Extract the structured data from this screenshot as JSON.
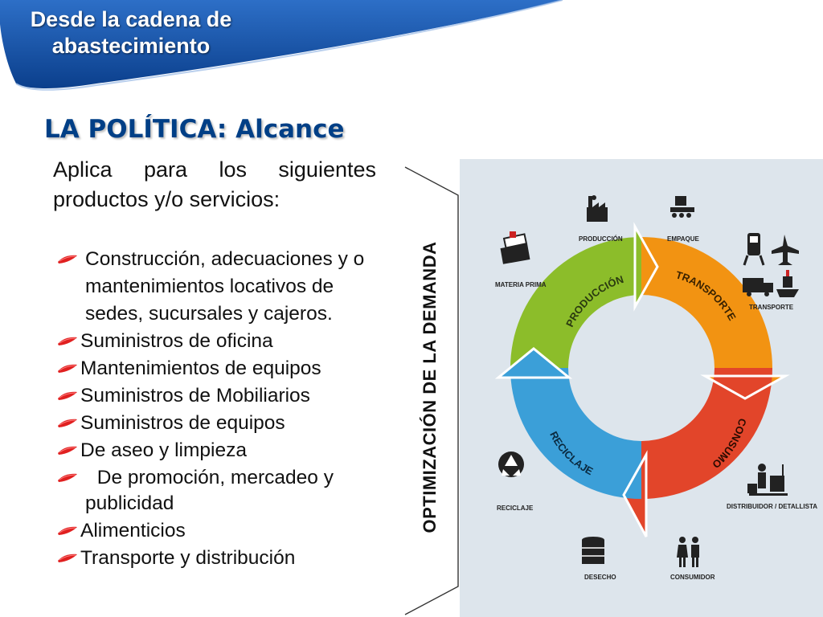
{
  "header": {
    "title": "Desde la cadena de abastecimiento"
  },
  "slide": {
    "title": "LA POLÍTICA: Alcance"
  },
  "intro": {
    "text": "Aplica para los siguientes productos y/o servicios:"
  },
  "bullets": [
    {
      "text": "Construcción, adecuaciones y o mantenimientos locativos de sedes, sucursales y cajeros."
    },
    {
      "text": "Suministros de oficina"
    },
    {
      "text": "Mantenimientos de equipos"
    },
    {
      "text": "Suministros de Mobiliarios"
    },
    {
      "text": "Suministros de equipos"
    },
    {
      "text": "De aseo y limpieza"
    },
    {
      "text": " De promoción, mercadeo y",
      "continuation": "publicidad"
    },
    {
      "text": "Alimenticios"
    },
    {
      "text": "Transporte y distribución"
    }
  ],
  "diagram": {
    "axis_label": "OPTIMIZACIÓN DE LA DEMANDA",
    "segments": {
      "produccion": "PRODUCCIÓN",
      "transporte": "TRANSPORTE",
      "consumo": "CONSUMO",
      "reciclaje": "RECICLAJE"
    },
    "nodes": {
      "produccion": "PRODUCCIÓN",
      "empaque": "EMPAQUE",
      "materia_prima": "MATERIA PRIMA",
      "transporte": "TRANSPORTE",
      "reciclaje": "RECICLAJE",
      "distribuidor": "DISTRIBUIDOR / DETALLISTA",
      "desecho": "DESECHO",
      "consumidor": "CONSUMIDOR"
    }
  },
  "colors": {
    "header_dark": "#0b3f8c",
    "header_light": "#2d6fc7",
    "title": "#003f86",
    "bullet": "#e02020",
    "green": "#8cbd2a",
    "orange": "#f29312",
    "red": "#e2452a",
    "blue": "#3b9fd8",
    "panel": "#dde5ec"
  },
  "icons": {
    "bullet": "red-brush-stroke-icon"
  }
}
